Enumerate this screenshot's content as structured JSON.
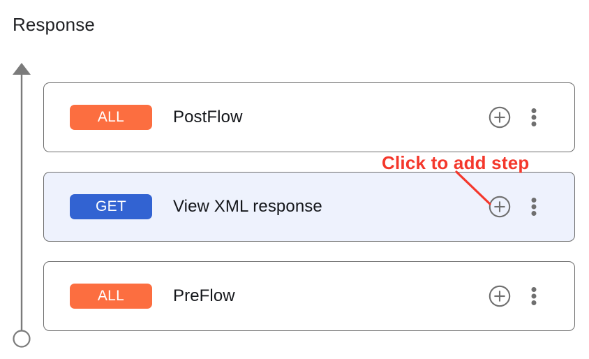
{
  "page": {
    "title": "Response",
    "background_color": "#ffffff"
  },
  "colors": {
    "badge_all": "#fc6e40",
    "badge_get": "#3263d2",
    "card_border": "#6e6e6e",
    "selected_row_bg": "#eef2fd",
    "annotation_red": "#f4382c",
    "icon_gray": "#6f6f6f",
    "axis_gray": "#7b7b7b",
    "text_primary": "#14161a"
  },
  "flow_axis": {
    "icon_arrow": "up-arrow-icon",
    "icon_endpoint": "circle-endpoint-icon",
    "direction": "upward"
  },
  "flow_cards": [
    {
      "badge": "ALL",
      "badge_type": "all",
      "label": "PostFlow",
      "selected": false,
      "add_icon": "add-circle-icon",
      "more_icon": "more-vertical-icon"
    },
    {
      "badge": "GET",
      "badge_type": "get",
      "label": "View XML response",
      "selected": true,
      "add_icon": "add-circle-icon",
      "more_icon": "more-vertical-icon"
    },
    {
      "badge": "ALL",
      "badge_type": "all",
      "label": "PreFlow",
      "selected": false,
      "add_icon": "add-circle-icon",
      "more_icon": "more-vertical-icon"
    }
  ],
  "annotation": {
    "text": "Click to add step",
    "points_to": "add-circle-icon of the GET View XML response row"
  }
}
